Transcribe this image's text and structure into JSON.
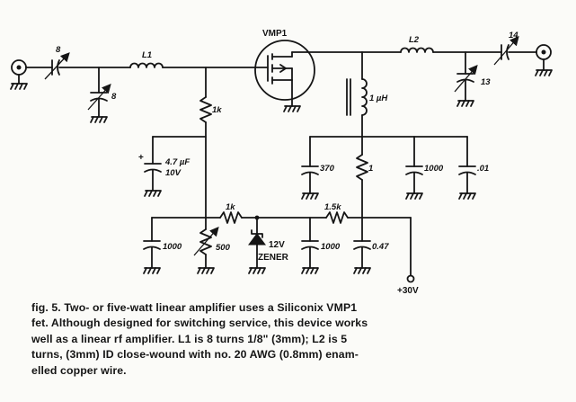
{
  "schematic": {
    "labels": {
      "c_in1": "8",
      "c_in2": "8",
      "l1": "L1",
      "fet": "VMP1",
      "l2": "L2",
      "c_out1": "14",
      "c_out2": "13",
      "rfc": "1 µH",
      "r_bias_top": "1k",
      "c_tant_plus": "+",
      "c_tant_val": "4.7 µF",
      "c_tant_volt": "10V",
      "c370": "370",
      "r_drain": "1",
      "c1000_a": "1000",
      "c01": ".01",
      "r1k": "1k",
      "r15k": "1.5k",
      "c1000_b": "1000",
      "pot500": "500",
      "zener_v": "12V",
      "zener": "ZENER",
      "c1000_c": "1000",
      "c047": "0.47",
      "supply": "+30V"
    }
  },
  "caption": {
    "lines": [
      "fig. 5. Two- or five-watt linear amplifier uses a Siliconix VMP1",
      "fet. Although designed for switching service, this device works",
      "well as a linear rf amplifier. L1 is 8 turns 1/8\" (3mm); L2 is 5",
      "turns, (3mm) ID close-wound with no. 20 AWG (0.8mm) enam-",
      "elled copper wire."
    ]
  }
}
